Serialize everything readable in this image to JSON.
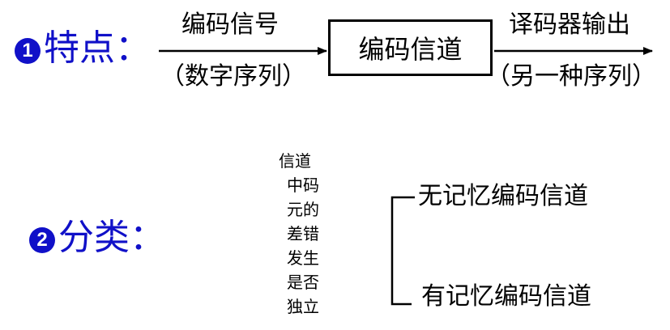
{
  "feature": {
    "heading_marker": "1",
    "heading": "特点：",
    "input_label": "编码信号",
    "input_sub": "（数字序列）",
    "channel_box": "编码信道",
    "output_label": "译码器输出",
    "output_sub": "（另一种序列）"
  },
  "classification": {
    "heading_marker": "2",
    "heading": "分类：",
    "criterion_lines": [
      "信道",
      "中码",
      "元的",
      "差错",
      "发生",
      "是否",
      "独立"
    ],
    "branch_top": "无记忆编码信道",
    "branch_bottom": "有记忆编码信道"
  },
  "colors": {
    "heading": "#1010c8",
    "line": "#000000"
  }
}
